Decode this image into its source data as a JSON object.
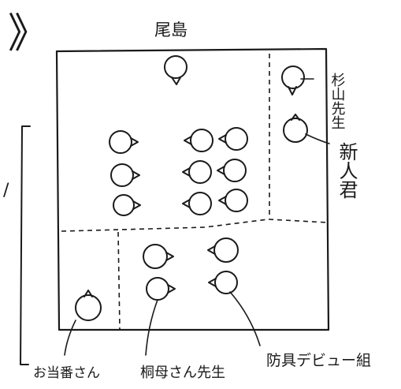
{
  "labels": {
    "top": "尾島",
    "right_top": "杉山先生",
    "right_mid": "新人君",
    "bottom_left": "お当番さん",
    "bottom_mid": "桐母さん先生",
    "bottom_right": "防具デビュー組"
  },
  "marks": {
    "corner": "》",
    "side": "/"
  }
}
